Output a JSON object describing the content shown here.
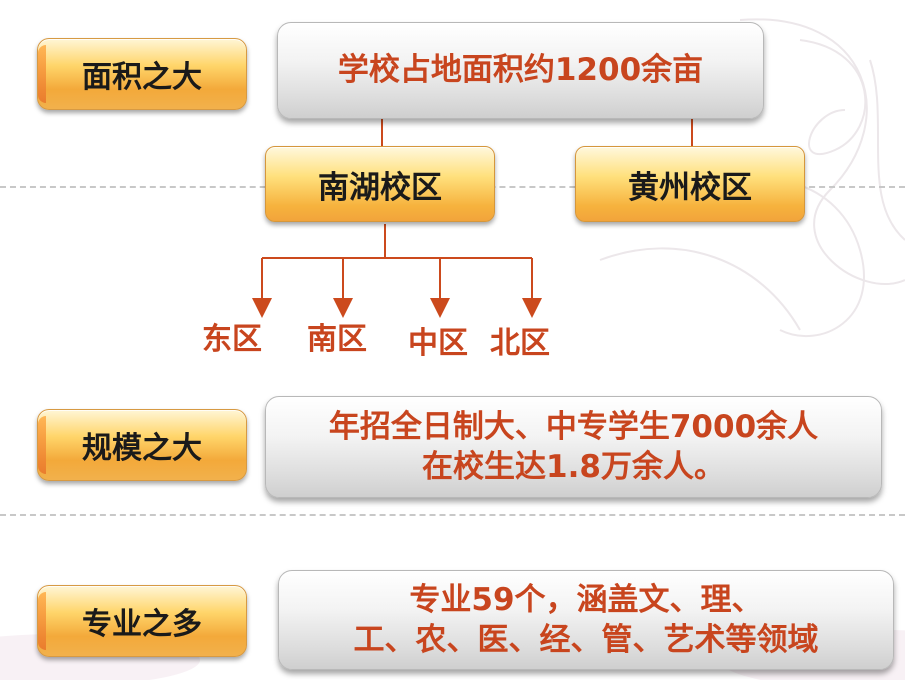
{
  "rows": [
    {
      "tag": "面积之大",
      "box_lines": [
        "学校占地面积约1200余亩"
      ]
    },
    {
      "tag": "规模之大",
      "box_lines": [
        "年招全日制大、中专学生7000余人",
        "在校生达1.8万余人。"
      ]
    },
    {
      "tag": "专业之多",
      "box_lines": [
        "专业59个，涵盖文、理、",
        "工、农、医、经、管、艺术等领域"
      ]
    }
  ],
  "campuses": [
    "南湖校区",
    "黄州校区"
  ],
  "districts": [
    "东区",
    "南区",
    "中区",
    "北区"
  ],
  "colors": {
    "text_accent": "#c8451e",
    "tag_orange": "#f3a93a",
    "connector": "#cc4a1d"
  }
}
